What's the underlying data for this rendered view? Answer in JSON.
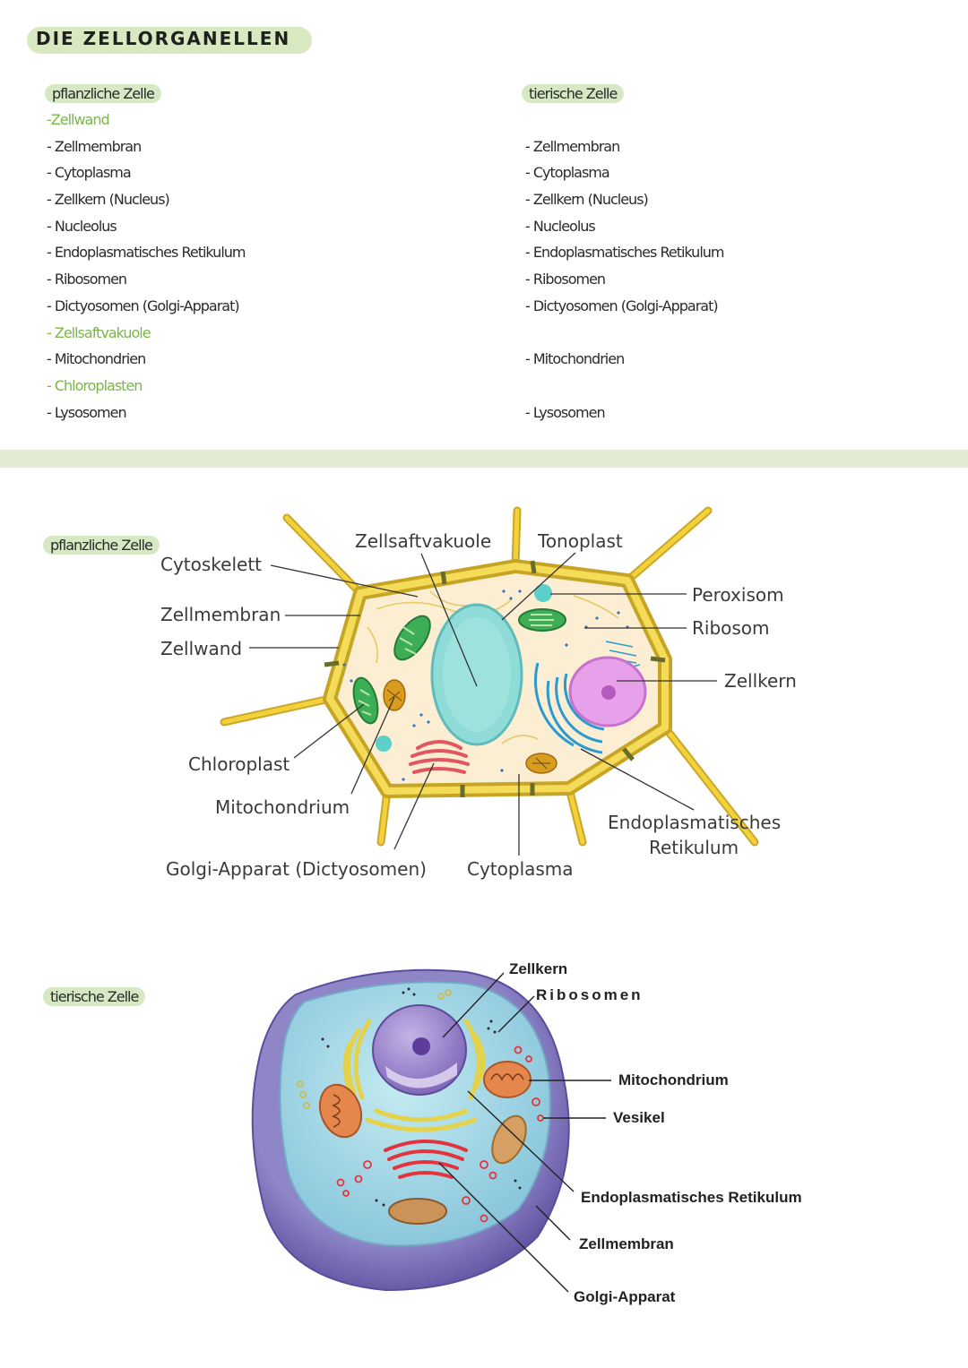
{
  "title": "DIE ZELLORGANELLEN",
  "comparison": {
    "plant": {
      "heading": "pflanzliche Zelle",
      "items": [
        {
          "text": "-Zellwand",
          "highlight": true
        },
        {
          "text": "- Zellmembran",
          "highlight": false
        },
        {
          "text": "- Cytoplasma",
          "highlight": false
        },
        {
          "text": "- Zellkern (Nucleus)",
          "highlight": false
        },
        {
          "text": "- Nucleolus",
          "highlight": false
        },
        {
          "text": "- Endoplasmatisches Retikulum",
          "highlight": false
        },
        {
          "text": "- Ribosomen",
          "highlight": false
        },
        {
          "text": "- Dictyosomen (Golgi-Apparat)",
          "highlight": false
        },
        {
          "text": "- Zellsaftvakuole",
          "highlight": true
        },
        {
          "text": "- Mitochondrien",
          "highlight": false
        },
        {
          "text": "- Chloroplasten",
          "highlight": true
        },
        {
          "text": "- Lysosomen",
          "highlight": false
        }
      ]
    },
    "animal": {
      "heading": "tierische Zelle",
      "items": [
        {
          "text": "",
          "highlight": false
        },
        {
          "text": "- Zellmembran",
          "highlight": false
        },
        {
          "text": "- Cytoplasma",
          "highlight": false
        },
        {
          "text": "- Zellkern (Nucleus)",
          "highlight": false
        },
        {
          "text": "- Nucleolus",
          "highlight": false
        },
        {
          "text": "- Endoplasmatisches Retikulum",
          "highlight": false
        },
        {
          "text": "- Ribosomen",
          "highlight": false
        },
        {
          "text": "- Dictyosomen (Golgi-Apparat)",
          "highlight": false
        },
        {
          "text": "",
          "highlight": false
        },
        {
          "text": "- Mitochondrien",
          "highlight": false
        },
        {
          "text": "",
          "highlight": false
        },
        {
          "text": "- Lysosomen",
          "highlight": false
        }
      ]
    }
  },
  "plant_diagram": {
    "heading": "pflanzliche Zelle",
    "labels": {
      "cytoskelett": "Cytoskelett",
      "zellmembran": "Zellmembran",
      "zellwand": "Zellwand",
      "zellsaftvakuole": "Zellsaftvakuole",
      "tonoplast": "Tonoplast",
      "peroxisom": "Peroxisom",
      "ribosom": "Ribosom",
      "zellkern": "Zellkern",
      "chloroplast": "Chloroplast",
      "mitochondrium": "Mitochondrium",
      "golgi": "Golgi-Apparat (Dictyosomen)",
      "cytoplasma": "Cytoplasma",
      "er_line1": "Endoplasmatisches",
      "er_line2": "Retikulum"
    },
    "colors": {
      "wall": "#f2d13a",
      "cytoplasm": "#fbeed3",
      "vacuole": "#7fd6d4",
      "chloroplast": "#3dae55",
      "nucleus": "#e7a1ea",
      "er": "#2a9ad0",
      "golgi": "#e45563",
      "mitochondrion": "#d99c1f"
    }
  },
  "animal_diagram": {
    "heading": "tierische Zelle",
    "labels": {
      "zellkern": "Zellkern",
      "ribosomen": "Ribosomen",
      "mitochondrium": "Mitochondrium",
      "vesikel": "Vesikel",
      "er": "Endoplasmatisches Retikulum",
      "zellmembran": "Zellmembran",
      "golgi": "Golgi-Apparat"
    },
    "colors": {
      "membrane": "#7b6fb6",
      "cytoplasm": "#a6d8e4",
      "nucleus": "#a18bcf",
      "er": "#e4d24a",
      "golgi": "#e3343e",
      "mitochondrion": "#e5874d"
    }
  }
}
